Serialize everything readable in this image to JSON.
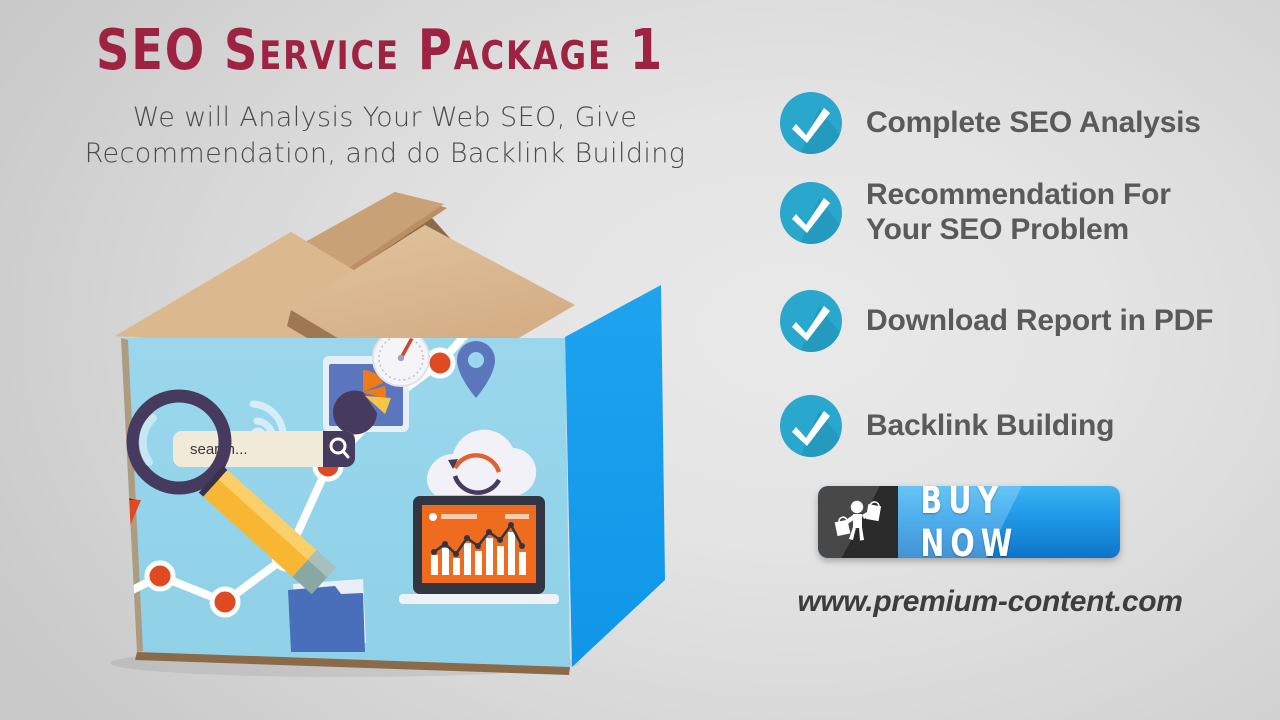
{
  "background": {
    "color_light": "#ebebeb",
    "color_dark": "#c9c9c9"
  },
  "header": {
    "title": "SEO Service Package 1",
    "title_color": "#9E2342",
    "subtitle": "We will Analysis Your Web SEO, Give Recommendation,\nand do Backlink Building",
    "subtitle_color": "#4a4a4a"
  },
  "features": {
    "check_color": "#2AA7CC",
    "check_shadow_color": "#1d8fb2",
    "text_color": "#5a5a5a",
    "items": [
      {
        "label": "Complete SEO Analysis",
        "icon": "check-circle-icon"
      },
      {
        "label": "Recommendation For\nYour SEO Problem",
        "icon": "check-circle-icon"
      },
      {
        "label": "Download Report in PDF",
        "icon": "check-circle-icon"
      },
      {
        "label": "Backlink Building",
        "icon": "check-circle-icon"
      }
    ]
  },
  "cta": {
    "label": "BUY NOW",
    "icon": "shopper-with-bags-icon",
    "icon_bg": "#333333",
    "button_color_top": "#3cb3f2",
    "button_color_bottom": "#0f74c8",
    "text_color": "#ffffff"
  },
  "footer": {
    "website": "www.premium-content.com",
    "color": "#3d3d3d"
  },
  "illustration": {
    "name": "open-cardboard-box-with-seo-icons",
    "box": {
      "flap_color": "#d9b68d",
      "flap_shadow_color": "#8b6a48",
      "front_face_color": "#96d4ea",
      "side_face_color": "#159fec",
      "bottom_edge_color": "#8a6a49"
    },
    "icons": [
      {
        "name": "magnifier-icon",
        "color": "#463a5e"
      },
      {
        "name": "search-bar",
        "value": "search...",
        "bar_color": "#f2ead8",
        "button_color": "#463a5e"
      },
      {
        "name": "pencil-icon",
        "color": "#f7b733",
        "tip_color": "#8aa8a3"
      },
      {
        "name": "line-chart-icon",
        "line_color": "#ffffff",
        "node_color": "#df4a22"
      },
      {
        "name": "pie-chart-card-icon",
        "card_color": "#5b76bd",
        "slice_colors": [
          "#ef7a1a",
          "#463a5e",
          "#f6c544"
        ]
      },
      {
        "name": "gauge-icon",
        "color": "#f4f4f7",
        "needle_color": "#d1452a"
      },
      {
        "name": "map-pin-icon",
        "color": "#5b76bd"
      },
      {
        "name": "wifi-signal-icon",
        "color": "#d7eef7"
      },
      {
        "name": "cloud-sync-icon",
        "cloud_color": "#f0f0f6",
        "arrow_colors": [
          "#e0622f",
          "#463a5e"
        ]
      },
      {
        "name": "laptop-chart-icon",
        "frame_color": "#333543",
        "screen_color": "#ef6c1f"
      },
      {
        "name": "folder-icon",
        "color": "#4a6fba"
      },
      {
        "name": "partial-pie-icon",
        "colors": [
          "#463a5e",
          "#df4a22"
        ]
      }
    ]
  }
}
